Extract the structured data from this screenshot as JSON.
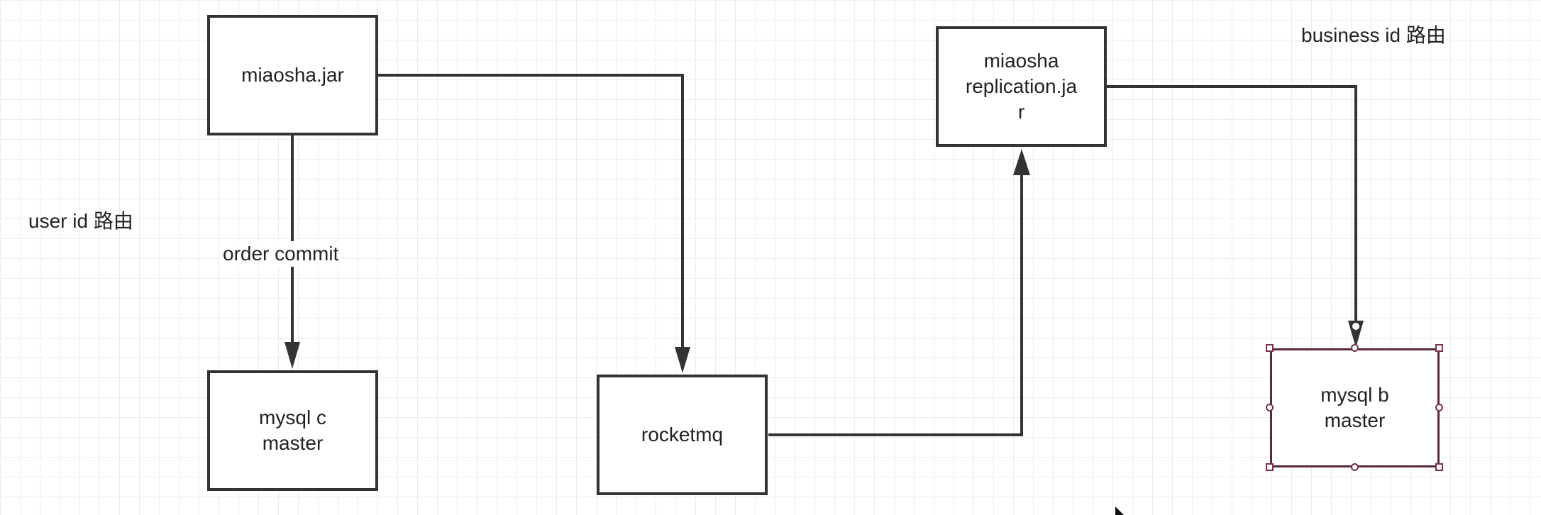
{
  "nodes": {
    "miaosha_jar": "miaosha.jar",
    "mysql_c": [
      "mysql c",
      "master"
    ],
    "rocketmq": "rocketmq",
    "miaosha_replication": [
      "miaosha",
      "replication.ja",
      "r"
    ],
    "mysql_b": [
      "mysql b",
      "master"
    ]
  },
  "labels": {
    "user_id_route": "user id 路由",
    "business_id_route": "business id 路由",
    "order_commit": "order commit"
  },
  "edges": [
    {
      "from": "miaosha.jar",
      "to": "mysql c master",
      "label": "order commit"
    },
    {
      "from": "miaosha.jar",
      "to": "rocketmq"
    },
    {
      "from": "rocketmq",
      "to": "miaosha replication.jar"
    },
    {
      "from": "miaosha replication.jar",
      "to": "mysql b master"
    }
  ],
  "colors": {
    "stroke": "#333333",
    "selection": "#7a3045",
    "grid": "#ececec",
    "background": "#ffffff"
  }
}
